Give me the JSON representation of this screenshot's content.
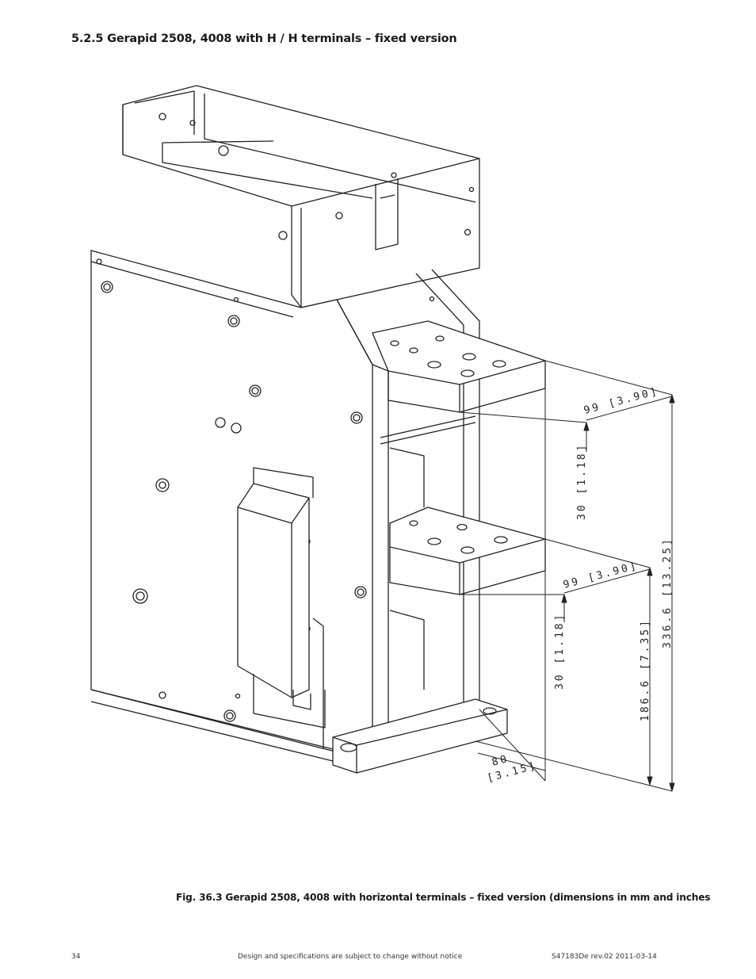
{
  "heading": "5.2.5  Gerapid 2508, 4008 with H / H terminals – fixed version",
  "figure": {
    "caption": "Fig. 36.3  Gerapid 2508, 4008 with horizontal terminals – fixed version (dimensions in mm and inches",
    "dimensions": {
      "upper_depth": "99 [3.90]",
      "upper_thickness": "30 [1.18]",
      "lower_depth": "99 [3.90]",
      "lower_thickness": "30 [1.18]",
      "lower_height": "186.6 [7.35]",
      "total_height": "336.6 [13.25]",
      "base_offset_mm": "80",
      "base_offset_in": "[3.15]"
    }
  },
  "footer": {
    "page_number": "34",
    "notice": "Design and specifications are subject to change without notice",
    "doc_id": "S47183De rev.02    2011-03-14"
  }
}
